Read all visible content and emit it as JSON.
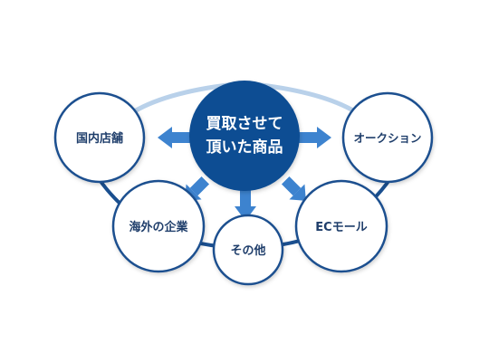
{
  "center": {
    "line1": "買取させて",
    "line2": "頂いた商品"
  },
  "destinations": {
    "domestic_stores": "国内店舗",
    "auction": "オークション",
    "overseas_companies": "海外の企業",
    "others": "その他",
    "ec_mall": "ECモール"
  },
  "colors": {
    "center_fill": "#0f4d93",
    "center_text": "#ffffff",
    "node_border": "#1a4f8f",
    "node_text": "#1f3e6b",
    "arrow": "#3d83cf",
    "ring_light": "#b9d1ea",
    "ring_dark": "#1a4f8f"
  }
}
